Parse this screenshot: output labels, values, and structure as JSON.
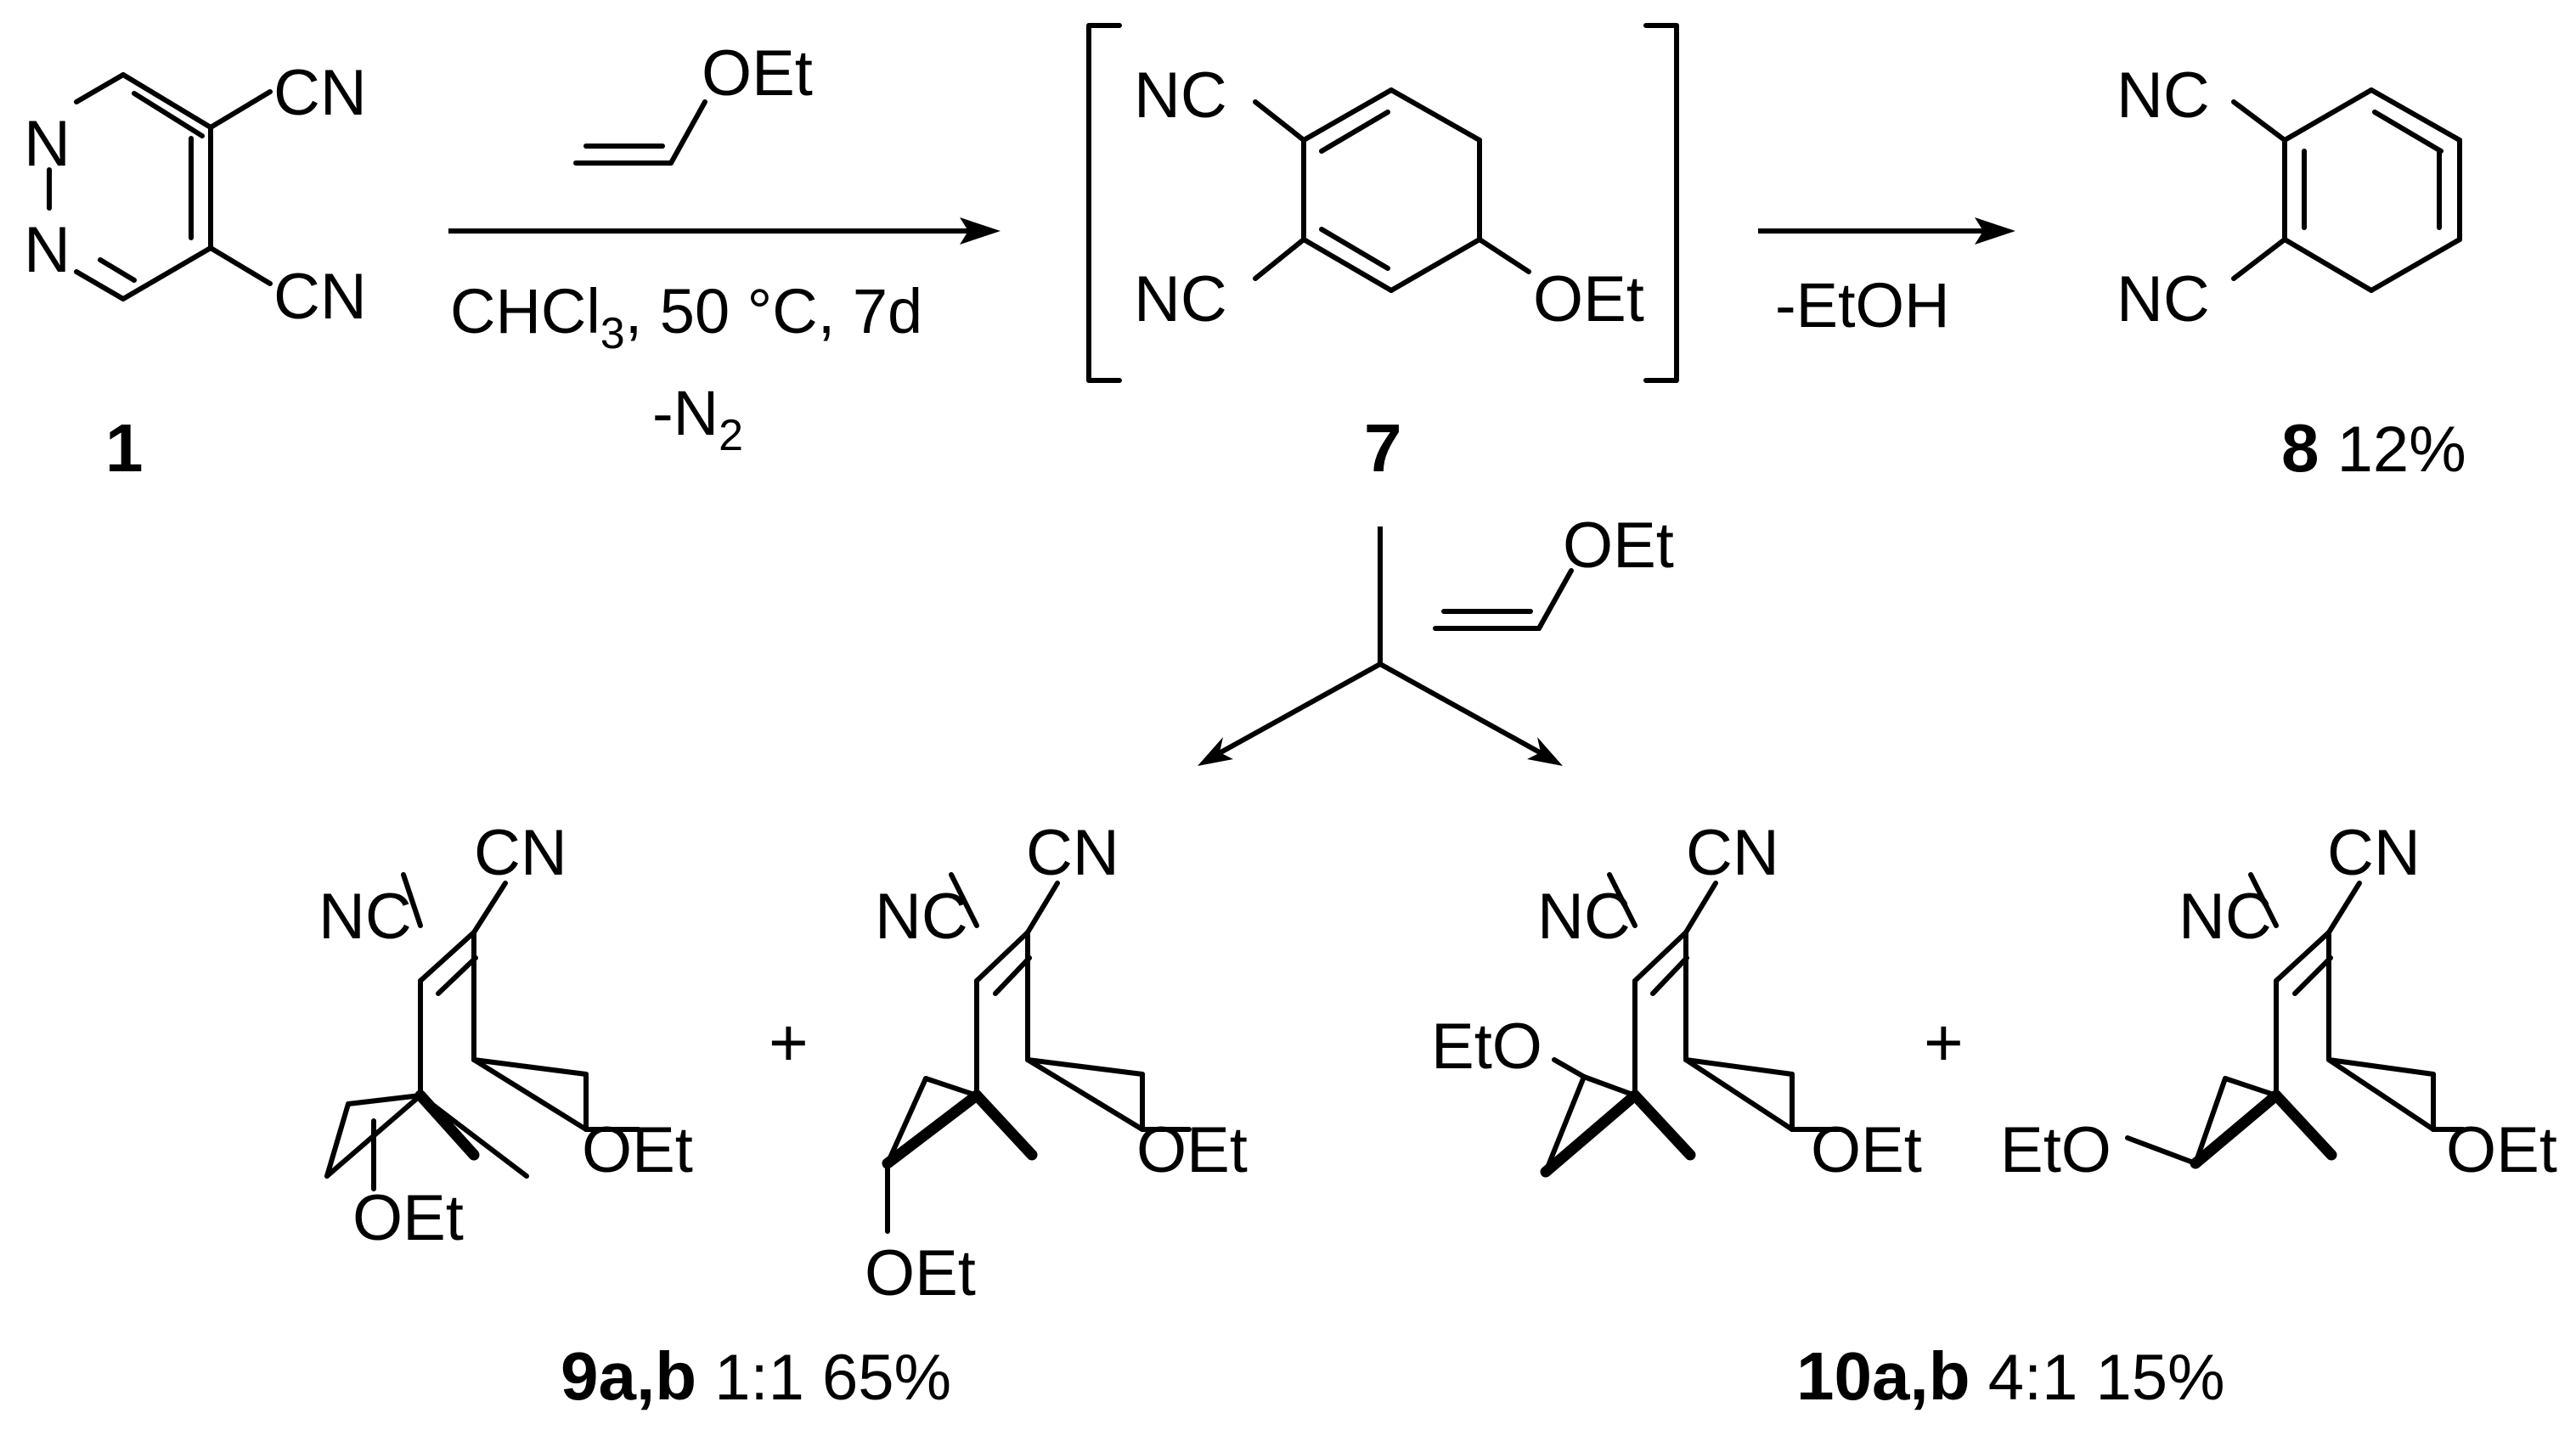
{
  "scheme": {
    "compound_1": {
      "number": "1",
      "n_top": "N",
      "n_bottom": "N",
      "cn_top": "CN",
      "cn_bottom": "CN"
    },
    "reagent": "OEt",
    "step1": {
      "solvent": "CHCl",
      "solvent_sub": "3",
      "conditions": ", 50 °C, 7d",
      "byproduct": "-N",
      "byproduct_sub": "2"
    },
    "intermediate_7": {
      "number": "7",
      "nc_top": "NC",
      "nc_bottom": "NC",
      "oet": "OEt"
    },
    "step2": {
      "label": "-EtOH"
    },
    "product_8": {
      "number": "8",
      "yield": " 12%",
      "nc_top": "NC",
      "nc_bottom": "NC"
    },
    "step3_reagent": "OEt",
    "products_9": {
      "number": "9a,b",
      "ratio_yield": "  1:1  65%",
      "cn": "CN",
      "nc": "NC",
      "oet": "OEt",
      "plus": "+"
    },
    "products_10": {
      "number": "10a,b",
      "ratio_yield": "  4:1  15%",
      "cn": "CN",
      "nc": "NC",
      "oet": "OEt",
      "eto": "EtO",
      "plus": "+"
    }
  }
}
